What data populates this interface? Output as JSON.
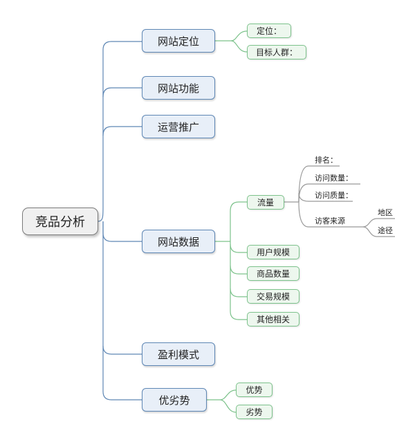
{
  "root": "竞品分析",
  "branches": [
    {
      "label": "网站定位",
      "children": [
        "定位：",
        "目标人群："
      ]
    },
    {
      "label": "网站功能"
    },
    {
      "label": "运营推广"
    },
    {
      "label": "网站数据",
      "children": [
        "流量",
        "用户规模",
        "商品数量",
        "交易规模",
        "其他相关"
      ]
    },
    {
      "label": "盈利模式"
    },
    {
      "label": "优劣势",
      "children": [
        "优势",
        "劣势"
      ]
    }
  ],
  "traffic": {
    "items": [
      "排名：",
      "访问数量：",
      "访问质量：",
      "访客来源"
    ],
    "sources": [
      "地区",
      "途径"
    ]
  },
  "colors": {
    "level1_line": "#5d86b4",
    "level2_line": "#7cc28b",
    "level3_line": "#999999"
  }
}
